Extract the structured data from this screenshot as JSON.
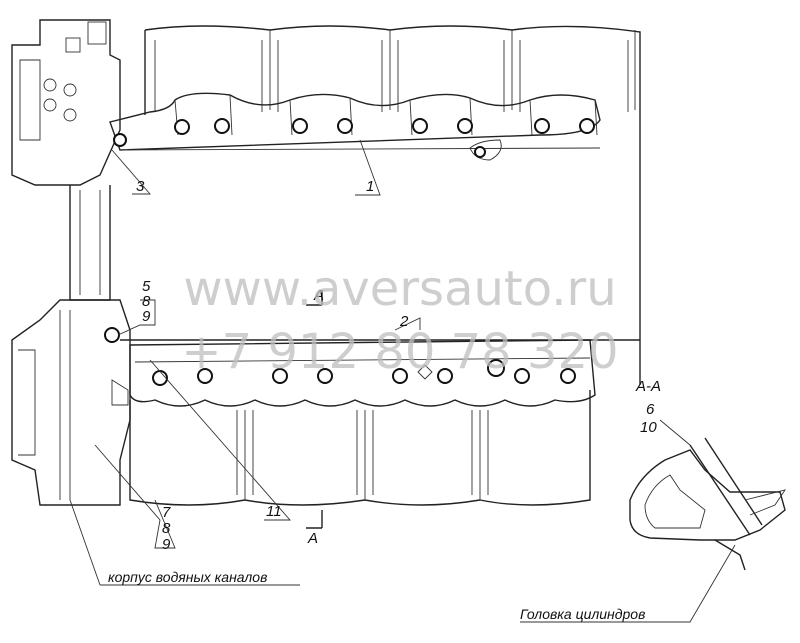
{
  "labels": {
    "n1": "1",
    "n2": "2",
    "n3": "3",
    "n5": "5",
    "n8a": "8",
    "n9a": "9",
    "n6": "6",
    "n10": "10",
    "n7": "7",
    "n8b": "8",
    "n9b": "9",
    "n11": "11",
    "sectionA_top": "A",
    "sectionA_bottom": "A",
    "section_title": "A-A"
  },
  "captions": {
    "water_housing": "корпус водяных каналов",
    "cylinder_head": "Головка цилиндров"
  },
  "watermark": {
    "site": "www.aversauto.ru",
    "phone": "+7 912 80 78 320"
  }
}
